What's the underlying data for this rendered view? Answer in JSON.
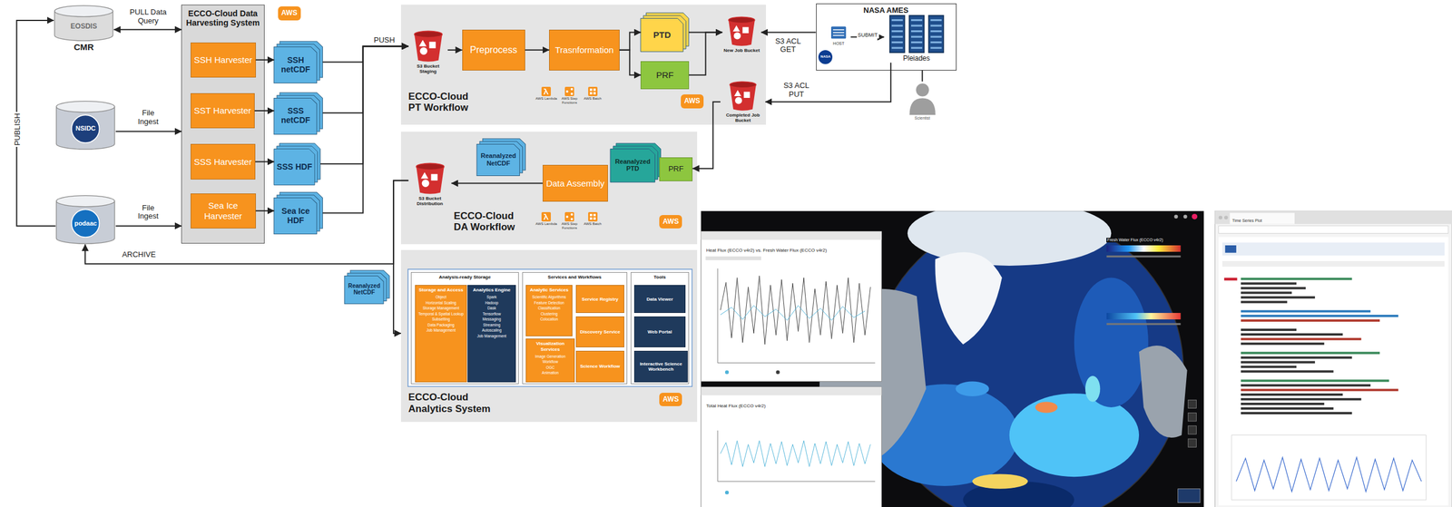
{
  "diagram": {
    "nodes": [
      {
        "text": [
          "EOSDIS",
          "CMR"
        ]
      },
      {
        "text": [
          "NSIDC"
        ]
      },
      {
        "text": [
          "podaac"
        ]
      },
      {
        "text": [
          "ECCO-Cloud Data Harvesting System"
        ]
      },
      {
        "text": [
          "SSH Harvester"
        ],
        "in": 3
      },
      {
        "text": [
          "SST Harvester"
        ],
        "in": 3
      },
      {
        "text": [
          "SSS Harvester"
        ],
        "in": 3
      },
      {
        "text": [
          "Sea Ice Harvester"
        ],
        "in": 3
      },
      {
        "text": [
          "SSH netCDF"
        ]
      },
      {
        "text": [
          "SSS netCDF"
        ]
      },
      {
        "text": [
          "SSS HDF"
        ]
      },
      {
        "text": [
          "Sea Ice HDF"
        ]
      },
      {
        "text": [
          "ECCO-Cloud PT Workflow"
        ]
      },
      {
        "text": [
          "S3 Bucket Staging"
        ],
        "in": 12
      },
      {
        "text": [
          "Preprocess"
        ],
        "in": 12
      },
      {
        "text": [
          "Trasnformation"
        ],
        "in": 12
      },
      {
        "text": [
          "PTD"
        ],
        "in": 12
      },
      {
        "text": [
          "PRF"
        ],
        "in": 12
      },
      {
        "text": [
          "New Job Bucket"
        ],
        "in": 12
      },
      {
        "text": [
          "Completed Job Bucket"
        ]
      },
      {
        "text": [
          "NASA AMES"
        ]
      },
      {
        "text": [
          "HOST"
        ],
        "in": 20
      },
      {
        "text": [
          "Pleiades"
        ],
        "in": 20
      },
      {
        "text": [
          "Scientist"
        ]
      },
      {
        "text": [
          "ECCO-Cloud DA Workflow"
        ]
      },
      {
        "text": [
          "S3 Bucket Distribution"
        ],
        "in": 24
      },
      {
        "text": [
          "Reanalyzed NetCDF"
        ],
        "in": 24
      },
      {
        "text": [
          "Data Assembly"
        ],
        "in": 24
      },
      {
        "text": [
          "Reanalyzed PTD"
        ],
        "in": 24
      },
      {
        "text": [
          "PRF"
        ],
        "in": 24
      },
      {
        "text": [
          "Reanalyzed NetCDF"
        ]
      },
      {
        "text": [
          "ECCO-Cloud Analytics System"
        ]
      },
      {
        "text": [
          "Analysis-ready Storage"
        ],
        "in": 31
      },
      {
        "text": [
          "Storage and Access",
          "Object",
          "Horizontal Scaling",
          "Storage Management",
          "Temporal & Spatial Lookup",
          "Subsetting",
          "Data Packaging",
          "Job Management"
        ],
        "in": 32
      },
      {
        "text": [
          "Analytics Engine",
          "Spark",
          "Hadoop",
          "Dask",
          "Tensorflow",
          "Messaging",
          "Streaming",
          "Autoscaling",
          "Job Management"
        ],
        "in": 32
      },
      {
        "text": [
          "Services and Workflows"
        ],
        "in": 31
      },
      {
        "text": [
          "Analytic Services",
          "Scientific Algorithms",
          "Feature Detection",
          "Classification",
          "Clustering",
          "Colocation"
        ],
        "in": 35
      },
      {
        "text": [
          "Service Registry"
        ],
        "in": 35
      },
      {
        "text": [
          "Visualization Services",
          "Image Generation",
          "Workflow",
          "OGC",
          "Animation"
        ],
        "in": 35
      },
      {
        "text": [
          "Discovery Service"
        ],
        "in": 35
      },
      {
        "text": [
          "Science Workflow"
        ],
        "in": 35
      },
      {
        "text": [
          "Tools"
        ],
        "in": 31
      },
      {
        "text": [
          "Data Viewer"
        ],
        "in": 41
      },
      {
        "text": [
          "Web Portal"
        ],
        "in": 41
      },
      {
        "text": [
          "Interactive Science Workbench"
        ],
        "in": 41
      }
    ],
    "edges": [
      {
        "from": 0,
        "to": 3,
        "arrow": "both",
        "label": "PULL Data Query"
      },
      {
        "from": 1,
        "to": 3,
        "arrow": "to",
        "label": "File Ingest"
      },
      {
        "from": 2,
        "to": 3,
        "arrow": "to",
        "label": "File Ingest"
      },
      {
        "from": 2,
        "to": 0,
        "arrow": "to",
        "label": "PUBLISH"
      },
      {
        "from": 4,
        "to": 8,
        "arrow": "to"
      },
      {
        "from": 5,
        "to": 9,
        "arrow": "to"
      },
      {
        "from": 6,
        "to": 10,
        "arrow": "to"
      },
      {
        "from": 7,
        "to": 11,
        "arrow": "to"
      },
      {
        "from": 8,
        "to": 13,
        "arrow": "to",
        "label": "PUSH"
      },
      {
        "from": 9,
        "to": 13,
        "arrow": "to"
      },
      {
        "from": 10,
        "to": 13,
        "arrow": "to"
      },
      {
        "from": 11,
        "to": 13,
        "arrow": "to"
      },
      {
        "from": 13,
        "to": 14,
        "arrow": "to"
      },
      {
        "from": 14,
        "to": 15,
        "arrow": "to"
      },
      {
        "from": 15,
        "to": 16,
        "arrow": "to"
      },
      {
        "from": 15,
        "to": 17,
        "arrow": "to"
      },
      {
        "from": 16,
        "to": 18,
        "arrow": "to"
      },
      {
        "from": 17,
        "to": 18,
        "arrow": "to"
      },
      {
        "from": 20,
        "to": 18,
        "arrow": "to",
        "label": "S3 ACL GET"
      },
      {
        "from": 22,
        "to": 19,
        "arrow": "to",
        "label": "S3 ACL PUT"
      },
      {
        "from": 21,
        "to": 22,
        "arrow": "to",
        "label": "SUBMIT"
      },
      {
        "from": 23,
        "to": 20,
        "arrow": "none"
      },
      {
        "from": 19,
        "to": 29,
        "arrow": "to"
      },
      {
        "from": 27,
        "to": 25,
        "arrow": "to"
      },
      {
        "from": 25,
        "to": 31,
        "arrow": "to"
      },
      {
        "from": 25,
        "to": 2,
        "arrow": "to",
        "label": "ARCHIVE"
      }
    ],
    "labels": [
      "AWS",
      "AWS",
      "AWS Lambda",
      "AWS Step Functions",
      "AWS Batch",
      "AWS",
      "AWS Lambda",
      "AWS Step Functions",
      "AWS Batch",
      "AWS",
      "NASA",
      "Heat Flux (ECCO v4r2) vs. Fresh Water Flux (ECCO v4r2)",
      "Total Heat Flux (ECCO v4r2)",
      "Fresh Water Flux (ECCO v4r2)",
      "Time Series Plot"
    ]
  }
}
